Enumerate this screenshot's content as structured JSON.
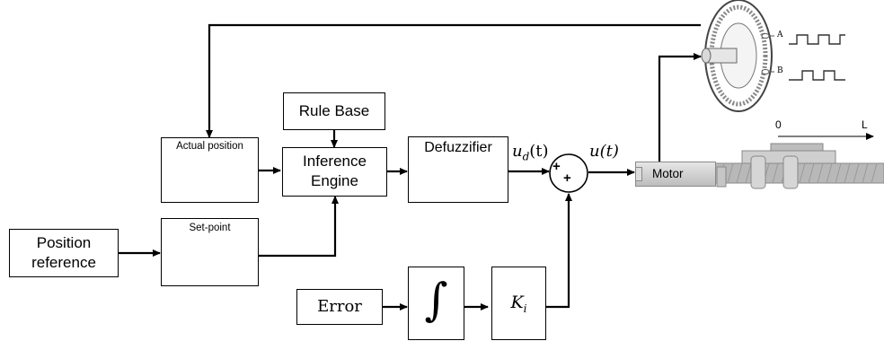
{
  "blocks": {
    "rule_base": "Rule Base",
    "actual_position": "Actual position",
    "inference_engine_line1": "Inference",
    "inference_engine_line2": "Engine",
    "defuzzifier": "Defuzzifier",
    "set_point": "Set-point",
    "position_reference_line1": "Position",
    "position_reference_line2": "reference",
    "error": "Error",
    "integral_symbol": "∫",
    "gain": "K",
    "gain_subscript": "i"
  },
  "signals": {
    "ud": "u",
    "ud_subscript": "d",
    "ud_arg": "(t)",
    "u": "u(t)"
  },
  "summing_junction": {
    "top_sign": "+",
    "bottom_sign": "+"
  },
  "plant": {
    "motor": "Motor",
    "axis_start": "0",
    "axis_end": "L"
  },
  "encoder": {
    "channel_a": "A",
    "channel_b": "B"
  },
  "colors": {
    "line": "#000000",
    "motor_body": "#cfcfcf",
    "rail": "#b8b8b8"
  }
}
